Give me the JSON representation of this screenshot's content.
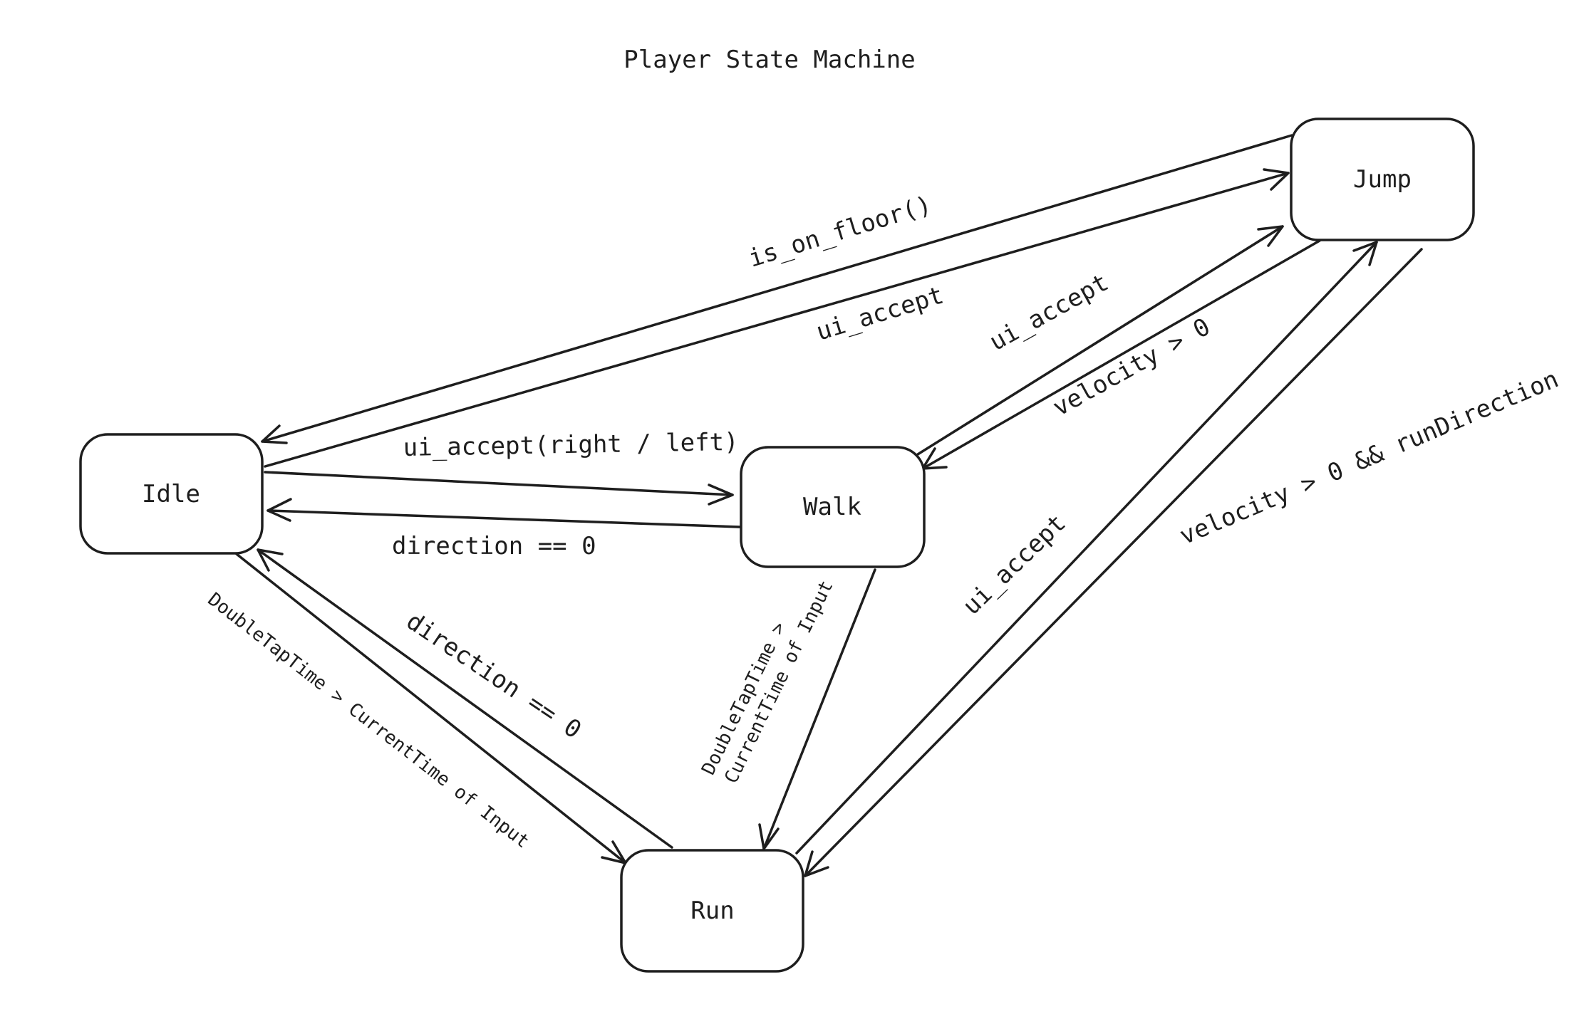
{
  "title": "Player State Machine",
  "nodes": {
    "idle": "Idle",
    "walk": "Walk",
    "jump": "Jump",
    "run": "Run"
  },
  "edges": {
    "jump_to_idle": "is_on_floor()",
    "idle_to_jump": "ui_accept",
    "idle_to_walk": "ui_accept(right / left)",
    "walk_to_idle": "direction == 0",
    "walk_to_jump": "ui_accept",
    "jump_to_walk": "velocity > 0",
    "idle_to_run": "DoubleTapTime > CurrentTime of Input",
    "run_to_idle": "direction == 0",
    "walk_to_run_line1": "DoubleTapTime >",
    "walk_to_run_line2": "CurrentTime of Input",
    "run_to_jump": "ui_accept",
    "jump_to_run": "velocity > 0 && runDirection"
  },
  "colors": {
    "stroke": "#1e1e1e",
    "background": "#ffffff"
  }
}
